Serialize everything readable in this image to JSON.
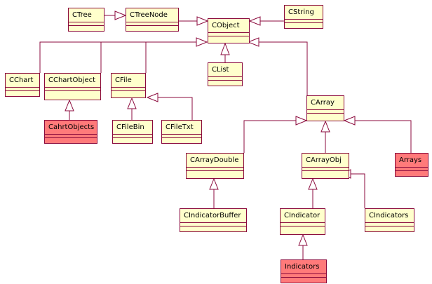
{
  "colors": {
    "class_fill": "#ffffcc",
    "highlight_fill": "#ff7a7a",
    "line": "#8b0a3c"
  },
  "classes": {
    "ctree": "CTree",
    "ctreenode": "CTreeNode",
    "cobject": "CObject",
    "cstring": "CString",
    "cchart": "CChart",
    "cchartobject": "CChartObject",
    "cfile": "CFile",
    "clist": "CList",
    "cahrtobjects": "CahrtObjects",
    "cfilebin": "CFileBin",
    "cfiletxt": "CFileTxt",
    "carray": "CArray",
    "carraydouble": "CArrayDouble",
    "carrayobj": "CArrayObj",
    "arrays": "Arrays",
    "cindicatorbuffer": "CIndicatorBuffer",
    "cindicator": "CIndicator",
    "cindicators": "CIndicators",
    "indicators": "Indicators"
  }
}
